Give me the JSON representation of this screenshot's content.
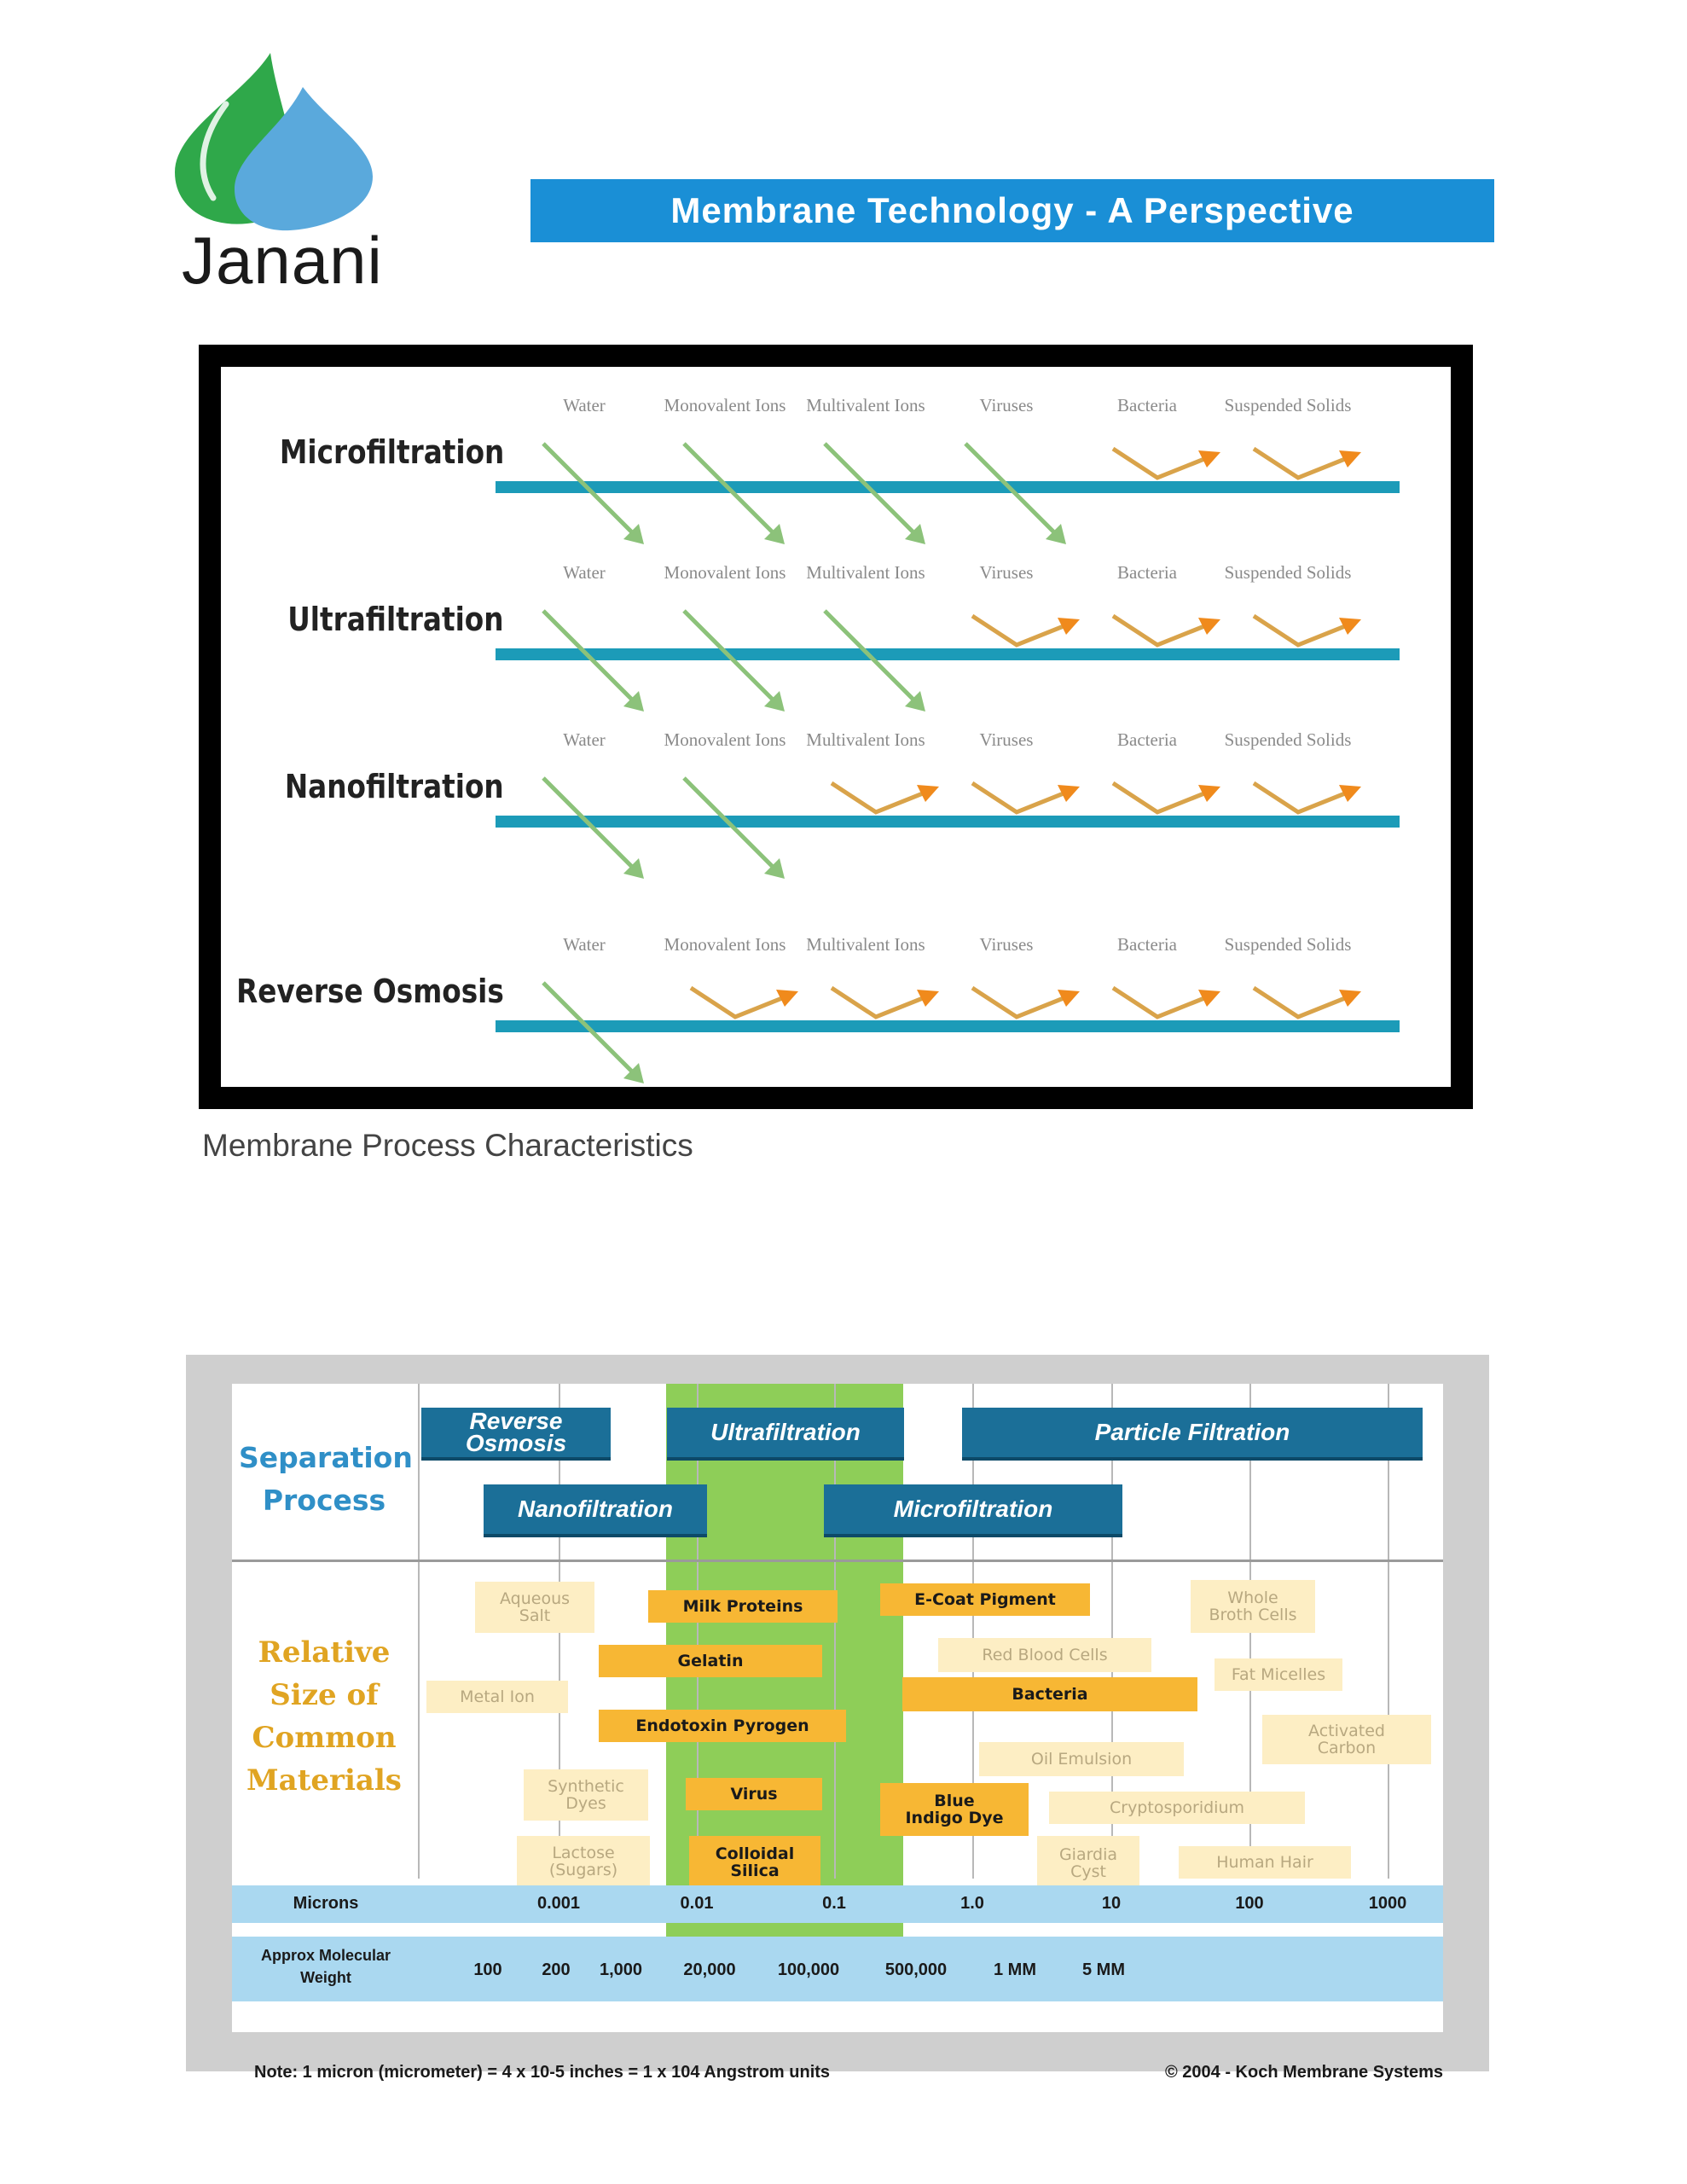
{
  "brand": {
    "name": "Janani",
    "colors": {
      "drop_green": "#2fa84a",
      "drop_blue": "#5aa9dc"
    }
  },
  "header": {
    "title": "Membrane Technology - A Perspective",
    "banner_color": "#1a8fd6"
  },
  "process_figure": {
    "caption": "Membrane Process Characteristics",
    "columns": [
      "Water",
      "Monovalent Ions",
      "Multivalent Ions",
      "Viruses",
      "Bacteria",
      "Suspended Solids"
    ],
    "rows": [
      {
        "name": "Microfiltration",
        "passes": [
          true,
          true,
          true,
          true,
          false,
          false
        ]
      },
      {
        "name": "Ultrafiltration",
        "passes": [
          true,
          true,
          true,
          false,
          false,
          false
        ]
      },
      {
        "name": "Nanofiltration",
        "passes": [
          true,
          true,
          false,
          false,
          false,
          false
        ]
      },
      {
        "name": "Reverse Osmosis",
        "passes": [
          true,
          false,
          false,
          false,
          false,
          false
        ]
      }
    ],
    "colors": {
      "membrane": "#1c9bb8",
      "pass_arrow": "#8cc27a",
      "reject_arrow": "#f08a1c",
      "reject_line": "#d9a34a"
    }
  },
  "spectrum_chart": {
    "section_labels": {
      "separation": [
        "Separation",
        "Process"
      ],
      "materials": [
        "Relative",
        "Size of",
        "Common",
        "Materials"
      ]
    },
    "processes": [
      {
        "name": "Reverse Osmosis",
        "lines": [
          "Reverse",
          "Osmosis"
        ]
      },
      {
        "name": "Ultrafiltration",
        "lines": [
          "Ultrafiltration"
        ]
      },
      {
        "name": "Particle Filtration",
        "lines": [
          "Particle Filtration"
        ]
      },
      {
        "name": "Nanofiltration",
        "lines": [
          "Nanofiltration"
        ]
      },
      {
        "name": "Microfiltration",
        "lines": [
          "Microfiltration"
        ]
      }
    ],
    "materials": [
      {
        "id": "aqueous-salt",
        "lines": [
          "Aqueous",
          "Salt"
        ],
        "style": "light"
      },
      {
        "id": "milk-proteins",
        "lines": [
          "Milk Proteins"
        ],
        "style": "bold"
      },
      {
        "id": "e-coat-pigment",
        "lines": [
          "E-Coat Pigment"
        ],
        "style": "bold"
      },
      {
        "id": "whole-broth-cells",
        "lines": [
          "Whole",
          "Broth Cells"
        ],
        "style": "light"
      },
      {
        "id": "gelatin",
        "lines": [
          "Gelatin"
        ],
        "style": "bold"
      },
      {
        "id": "red-blood-cells",
        "lines": [
          "Red Blood Cells"
        ],
        "style": "light"
      },
      {
        "id": "metal-ion",
        "lines": [
          "Metal Ion"
        ],
        "style": "light"
      },
      {
        "id": "fat-micelles",
        "lines": [
          "Fat Micelles"
        ],
        "style": "light"
      },
      {
        "id": "bacteria",
        "lines": [
          "Bacteria"
        ],
        "style": "bold"
      },
      {
        "id": "endotoxin-pyrogen",
        "lines": [
          "Endotoxin Pyrogen"
        ],
        "style": "bold"
      },
      {
        "id": "activated-carbon",
        "lines": [
          "Activated",
          "Carbon"
        ],
        "style": "light"
      },
      {
        "id": "oil-emulsion",
        "lines": [
          "Oil Emulsion"
        ],
        "style": "light"
      },
      {
        "id": "synthetic-dyes",
        "lines": [
          "Synthetic",
          "Dyes"
        ],
        "style": "light"
      },
      {
        "id": "virus",
        "lines": [
          "Virus"
        ],
        "style": "bold"
      },
      {
        "id": "blue-indigo-dye",
        "lines": [
          "Blue",
          "Indigo Dye"
        ],
        "style": "bold"
      },
      {
        "id": "cryptosporidium",
        "lines": [
          "Cryptosporidium"
        ],
        "style": "light"
      },
      {
        "id": "lactose-sugars",
        "lines": [
          "Lactose",
          "(Sugars)"
        ],
        "style": "light"
      },
      {
        "id": "colloidal-silica",
        "lines": [
          "Colloidal",
          "Silica"
        ],
        "style": "bold"
      },
      {
        "id": "giardia-cyst",
        "lines": [
          "Giardia",
          "Cyst"
        ],
        "style": "light"
      },
      {
        "id": "human-hair",
        "lines": [
          "Human Hair"
        ],
        "style": "light"
      }
    ],
    "microns_axis": {
      "label": "Microns",
      "ticks": [
        "0.001",
        "0.01",
        "0.1",
        "1.0",
        "10",
        "100",
        "1000"
      ]
    },
    "mw_axis": {
      "label": [
        "Approx Molecular",
        "Weight"
      ],
      "ticks": [
        "100",
        "200",
        "1,000",
        "20,000",
        "100,000",
        "500,000",
        "1 MM",
        "5 MM"
      ]
    },
    "note": "Note: 1 micron (micrometer) = 4 x 10-5 inches = 1 x 104 Angstrom units",
    "copyright": "© 2004 - Koch Membrane Systems",
    "colors": {
      "process_box": "#1b6f98",
      "band": "#8ece58",
      "material_bold": "#f7b734",
      "material_light": "#fdeec4",
      "axis_strip": "#aad8f0",
      "heading": "#2f8fc7",
      "materials_heading": "#e0a422"
    }
  }
}
